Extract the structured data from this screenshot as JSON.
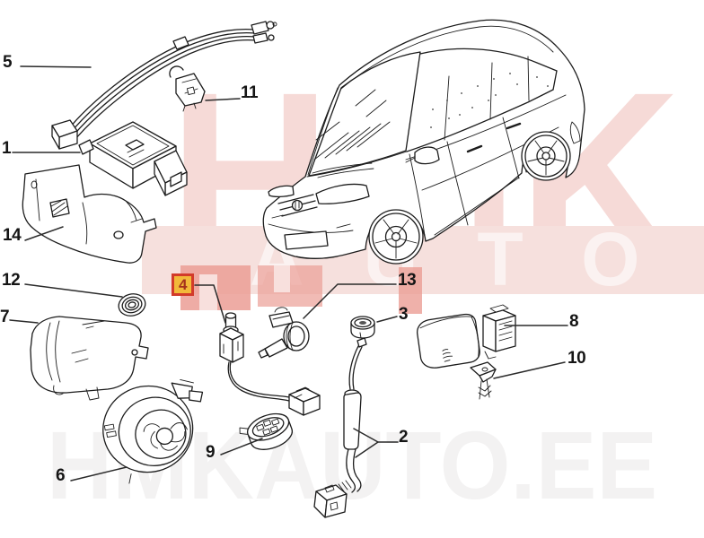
{
  "diagram": {
    "description": "Exploded parts diagram of a vehicle anti-theft alarm system with minivan line drawing",
    "line_color": "#1c1c1c",
    "part_labels": [
      {
        "number": "1",
        "highlighted": false
      },
      {
        "number": "2",
        "highlighted": false
      },
      {
        "number": "3",
        "highlighted": false
      },
      {
        "number": "4",
        "highlighted": true
      },
      {
        "number": "5",
        "highlighted": false
      },
      {
        "number": "6",
        "highlighted": false
      },
      {
        "number": "7",
        "highlighted": false
      },
      {
        "number": "8",
        "highlighted": false
      },
      {
        "number": "9",
        "highlighted": false
      },
      {
        "number": "10",
        "highlighted": false
      },
      {
        "number": "11",
        "highlighted": false
      },
      {
        "number": "12",
        "highlighted": false
      },
      {
        "number": "13",
        "highlighted": false
      },
      {
        "number": "14",
        "highlighted": false
      }
    ],
    "highlight": {
      "border": "#d23b2a",
      "fill": "#f2b93a",
      "text": "#a5321c"
    },
    "watermark": {
      "top_text": "HMK",
      "band_text": "AUTO",
      "bottom_text": "HMKAUTO.EE",
      "top_text_color": "#f6dad7",
      "band_color": "#f6e0dd",
      "letter_color": "#fbf2f1",
      "salmon_color": "#eb9e95",
      "bottom_text_color": "#f3f2f2"
    }
  }
}
